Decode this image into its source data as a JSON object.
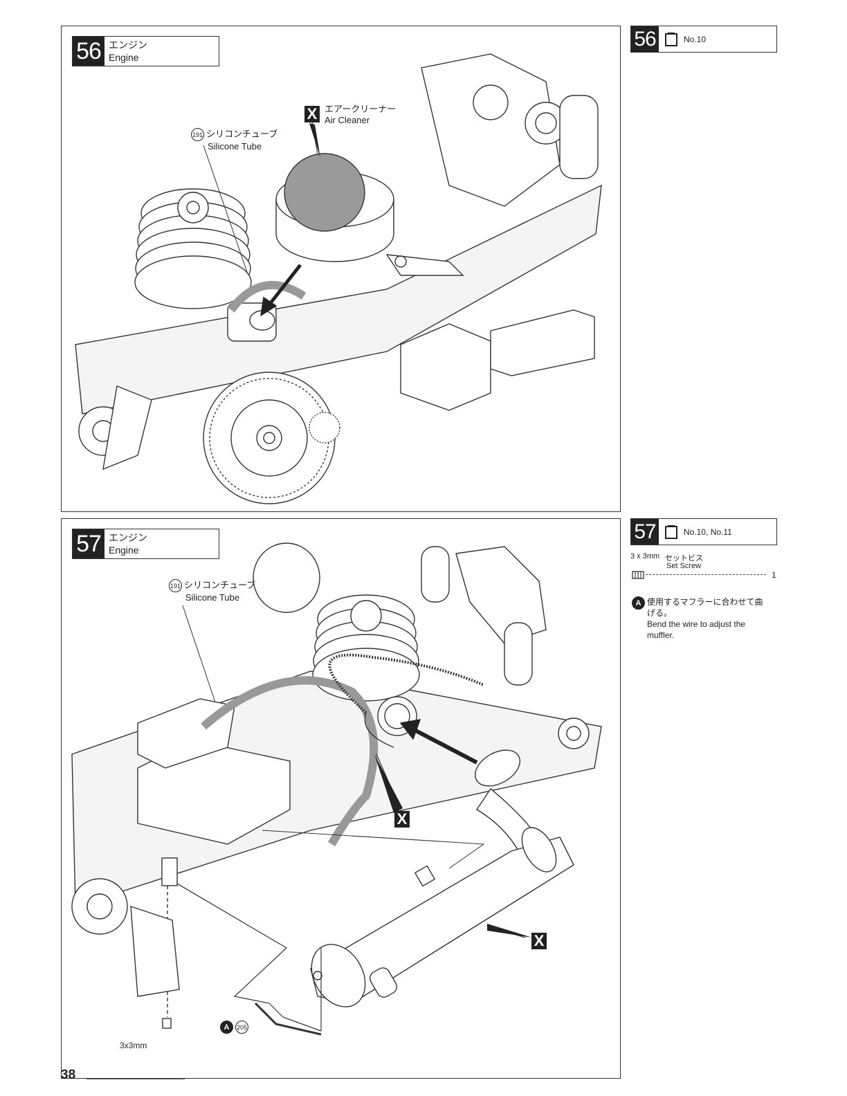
{
  "steps": [
    {
      "number": "56",
      "title_ja": "エンジン",
      "title_en": "Engine",
      "bag": "No.10",
      "callouts": {
        "tube_num": "191",
        "tube_ja": "シリコンチューブ",
        "tube_en": "Silicone Tube",
        "cleaner_mark": "X",
        "cleaner_ja": "エアークリーナー",
        "cleaner_en": "Air Cleaner"
      }
    },
    {
      "number": "57",
      "title_ja": "エンジン",
      "title_en": "Engine",
      "bag": "No.10, No.11",
      "callouts": {
        "tube_num": "191",
        "tube_ja": "シリコンチューブ",
        "tube_en": "Silicone Tube",
        "x_mark_1": "X",
        "x_mark_2": "X",
        "screw_label": "3x3mm",
        "wire_mark": "A",
        "wire_num": "205"
      },
      "parts": {
        "size": "3 x 3mm",
        "name_ja": "セットビス",
        "name_en": "Set Screw",
        "qty": "1"
      },
      "note": {
        "mark": "A",
        "ja": "使用するマフラーに合わせて曲げる。",
        "en": "Bend the wire to adjust the muffler."
      }
    }
  ],
  "page_number": "38"
}
